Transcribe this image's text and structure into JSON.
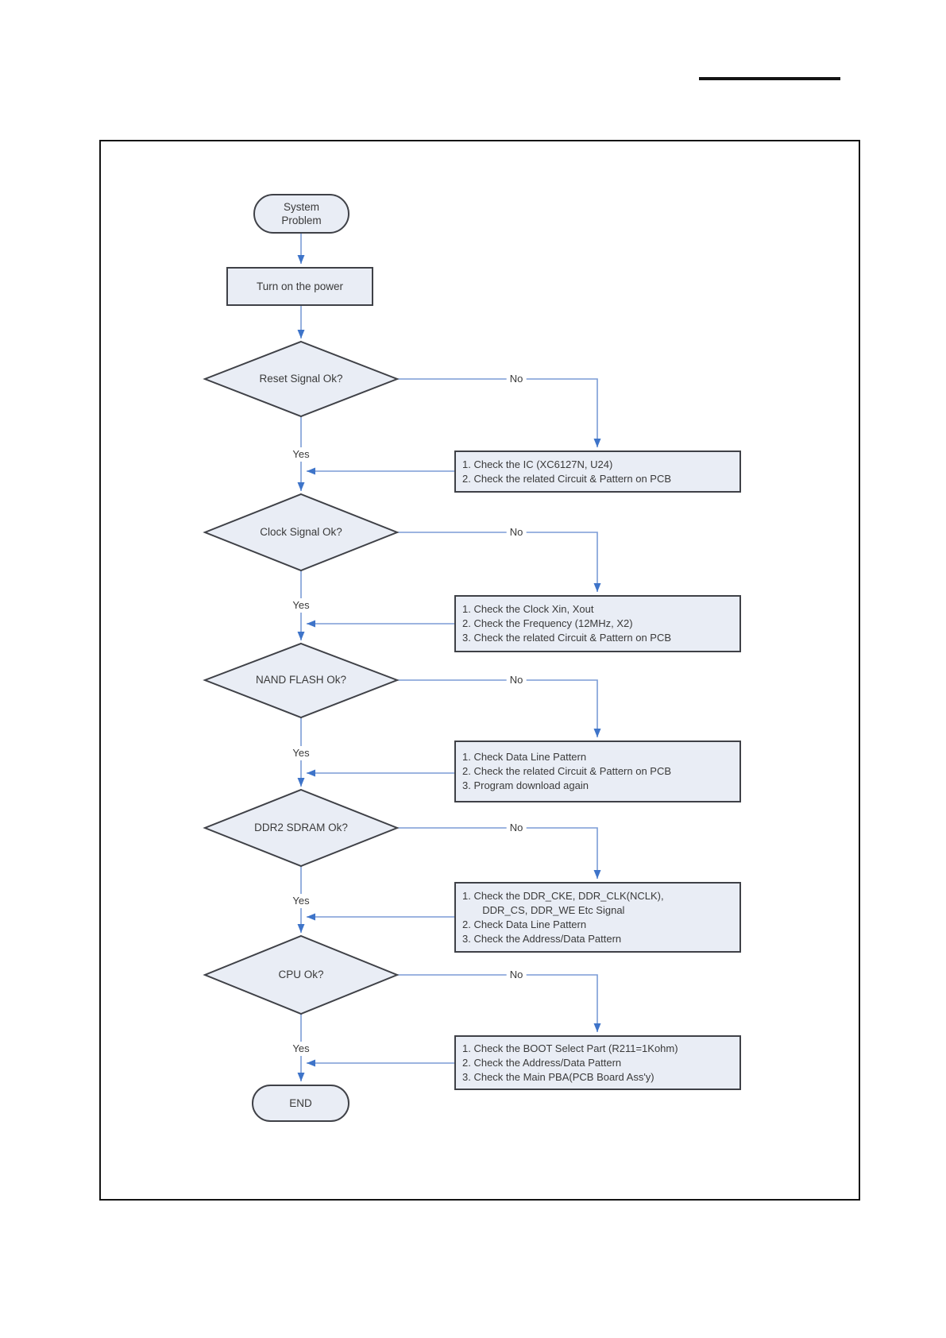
{
  "colors": {
    "shape_fill": "#e9edf5",
    "shape_border": "#3f4147",
    "connector_line": "#7b9cd6",
    "connector_arrow": "#3e74c9",
    "frame_border": "#141414",
    "text": "#3a3a3a",
    "page_bg": "#ffffff"
  },
  "flowchart": {
    "start": {
      "lines": [
        "System",
        "Problem"
      ]
    },
    "process": {
      "label": "Turn on the power"
    },
    "decisions": [
      {
        "label": "Reset Signal Ok?",
        "yes_label": "Yes",
        "no_label": "No",
        "action_lines": [
          "1. Check the IC (XC6127N, U24)",
          "2. Check the related Circuit & Pattern on PCB"
        ]
      },
      {
        "label": "Clock Signal Ok?",
        "yes_label": "Yes",
        "no_label": "No",
        "action_lines": [
          "1. Check the Clock Xin, Xout",
          "2. Check the Frequency (12MHz, X2)",
          "3. Check the related Circuit & Pattern on PCB"
        ]
      },
      {
        "label": "NAND FLASH Ok?",
        "yes_label": "Yes",
        "no_label": "No",
        "action_lines": [
          "1. Check Data Line Pattern",
          "2. Check the related Circuit & Pattern on PCB",
          "3. Program download again"
        ]
      },
      {
        "label": "DDR2 SDRAM Ok?",
        "yes_label": "Yes",
        "no_label": "No",
        "action_lines": [
          "1. Check the DDR_CKE, DDR_CLK(NCLK),",
          "       DDR_CS, DDR_WE Etc Signal",
          "2. Check Data Line Pattern",
          "3. Check the Address/Data Pattern"
        ]
      },
      {
        "label": "CPU Ok?",
        "yes_label": "Yes",
        "no_label": "No",
        "action_lines": [
          "1. Check the BOOT Select Part (R211=1Kohm)",
          "2. Check the Address/Data Pattern",
          "3. Check the Main PBA(PCB Board Ass'y)"
        ]
      }
    ],
    "end": {
      "label": "END"
    }
  }
}
